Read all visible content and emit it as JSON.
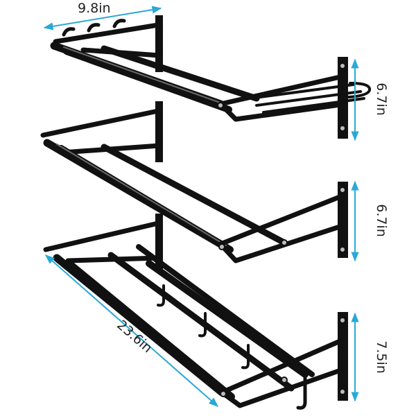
{
  "dimensions": {
    "top_width": "9.8in",
    "shelf1_height": "6.7in",
    "shelf2_height": "6.7in",
    "shelf3_height": "7.5in",
    "length": "23.6in"
  },
  "colors": {
    "dimension_line": "#2aa9d6",
    "metal": "#111111",
    "highlight": "#6a6a6a",
    "bolt": "#bdbdbd",
    "text": "#222222",
    "background": "#ffffff"
  }
}
